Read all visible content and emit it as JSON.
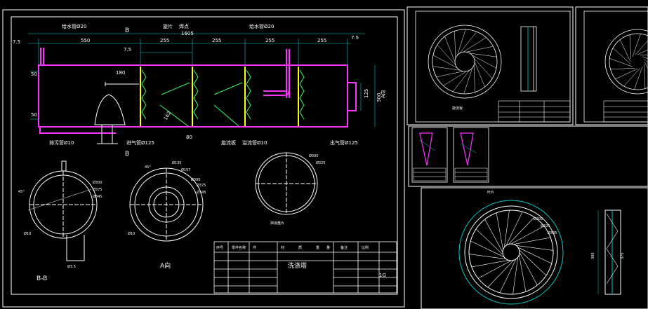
{
  "colors": {
    "background": "#000000",
    "frame": "#ffffff",
    "vessel": "#ff33ff",
    "dimension": "#00cccc",
    "part": "#ffff00",
    "detail": "#33ff66"
  },
  "main_drawing": {
    "labels": {
      "section_mark_top": "B",
      "section_mark_bottom": "B",
      "inlet_pipe_top_left": "给水管Ø20",
      "blade_label": "旋片",
      "weld_label": "焊点",
      "top_pipe_right": "给水管Ø20",
      "view_a_arrow": "A向",
      "bottom_pipe_left": "排污管Ø10",
      "inlet_bottom": "进气管Ø125",
      "swirl_label": "旋流板",
      "drain_label": "溢流管Ø10",
      "outlet_label": "出气管Ø125"
    },
    "dimensions": {
      "d_7_5_left": "7.5",
      "d_550": "550",
      "d_1605": "1605",
      "d_7_5_right": "7.5",
      "d_7_5_mid": "7.5",
      "d_255_a": "255",
      "d_255_b": "255",
      "d_255_c": "255",
      "d_255_d": "255",
      "d_50_top": "50",
      "d_50_bottom": "50",
      "d_180": "180",
      "d_162": "162",
      "d_80": "80",
      "d_125": "125",
      "d_300": "300"
    }
  },
  "views": {
    "section_bb": {
      "caption": "B-B",
      "dims": [
        "Ø300",
        "Ø375",
        "Ø345",
        "45°",
        "Ø10",
        "Ø3.5"
      ]
    },
    "view_a": {
      "caption": "A向",
      "dims": [
        "45°",
        "Ø135",
        "Ø157",
        "Ø300",
        "Ø375",
        "Ø345",
        "Ø10"
      ]
    },
    "baffle": {
      "caption": "挡液盘片",
      "dims": [
        "Ø300",
        "Ø325"
      ]
    }
  },
  "title_block": {
    "drawing_name": "洗涤塔",
    "scale_value": "1G",
    "header_cells": [
      "序号",
      "零件名称",
      "件",
      "材",
      "质",
      "重",
      "量",
      "备注",
      "比例"
    ]
  },
  "right_sheets": {
    "top_left_caption": "旋流板",
    "bottom_callouts": [
      "叶片",
      "Ø300",
      "Ø325",
      "Ø345"
    ],
    "side_dims": [
      "300",
      "375"
    ]
  }
}
